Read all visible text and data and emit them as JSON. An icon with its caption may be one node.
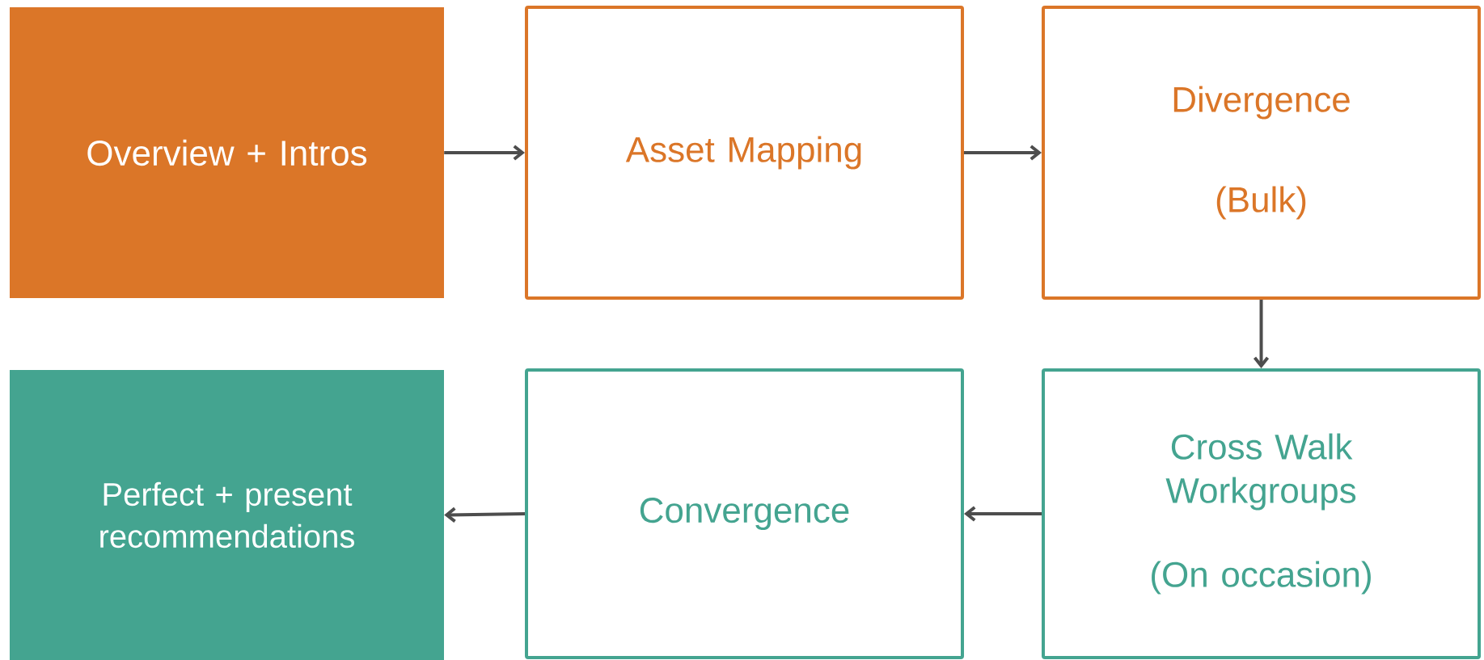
{
  "diagram": {
    "nodes": [
      {
        "text": [
          "Overview + Intros"
        ]
      },
      {
        "text": [
          "Asset Mapping"
        ]
      },
      {
        "text": [
          "Divergence",
          "(Bulk)"
        ]
      },
      {
        "text": [
          "Perfect + present recommendations"
        ]
      },
      {
        "text": [
          "Convergence"
        ]
      },
      {
        "text": [
          "Cross Walk Workgroups",
          "(On occasion)"
        ]
      }
    ],
    "edges": [
      {
        "from": 0,
        "to": 1,
        "arrow": "to"
      },
      {
        "from": 1,
        "to": 2,
        "arrow": "to"
      },
      {
        "from": 2,
        "to": 5,
        "arrow": "to"
      },
      {
        "from": 5,
        "to": 4,
        "arrow": "to"
      },
      {
        "from": 4,
        "to": 3,
        "arrow": "to"
      }
    ]
  }
}
